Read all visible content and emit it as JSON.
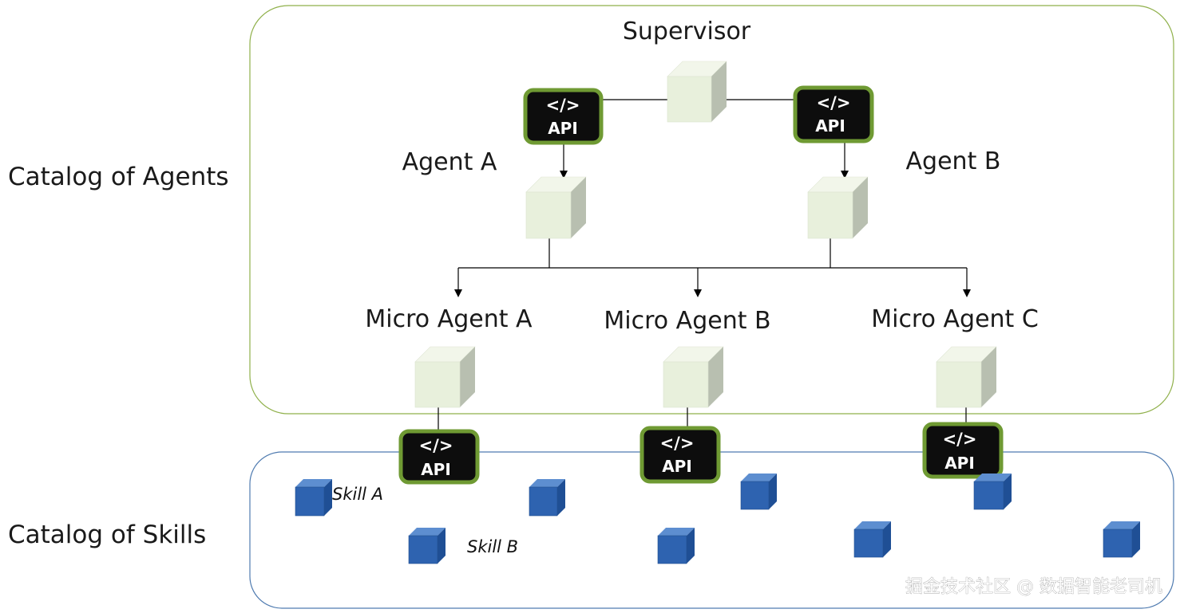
{
  "left_labels": {
    "agents_catalog": "Catalog of Agents",
    "skills_catalog": "Catalog of Skills"
  },
  "nodes": {
    "supervisor": "Supervisor",
    "agent_a": "Agent A",
    "agent_b": "Agent B",
    "micro_agent_a": "Micro Agent A",
    "micro_agent_b": "Micro Agent B",
    "micro_agent_c": "Micro Agent C"
  },
  "api_badge": {
    "code_glyph": "</>",
    "label": "API",
    "icon": "code-api-icon"
  },
  "skills": {
    "skill_a": "Skill A",
    "skill_b": "Skill B"
  },
  "watermark": "掘金技术社区 @ 数据智能老司机",
  "colors": {
    "agents_border": "#8fb04a",
    "skills_border": "#4f7bb0",
    "agent_cube_face": "#e8f0dc",
    "skill_cube_face": "#2e63b0",
    "api_badge_fill": "#0d0d0d",
    "api_badge_border": "#6f9a33"
  }
}
